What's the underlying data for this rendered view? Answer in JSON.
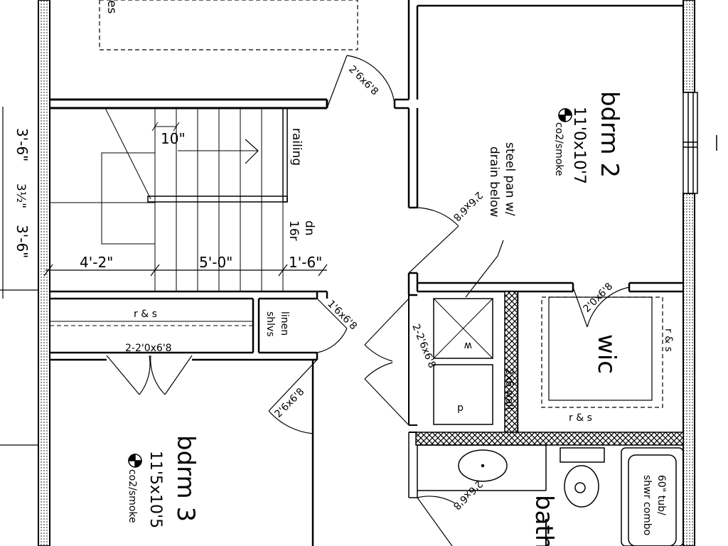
{
  "rooms": {
    "bdrm2": {
      "name": "bdrm 2",
      "size": "11'0x10'7",
      "detector": "co2/smoke"
    },
    "bdrm3": {
      "name": "bdrm 3",
      "size": "11'5x10'5",
      "detector": "co2/smoke"
    },
    "wic": {
      "name": "wic"
    },
    "bath": {
      "name": "bath"
    }
  },
  "labels": {
    "partial_top": "es",
    "railing": "railing",
    "stair_dn": "dn",
    "stair_risers": "16r",
    "tread_dim": "10\"",
    "steel_pan_1": "steel pan w/",
    "steel_pan_2": "drain below",
    "rs_hall": "r & s",
    "rs_wic_right": "r & s",
    "rs_wic_bottom": "r & s",
    "linen_1": "linen",
    "linen_2": "shlvs",
    "wall_2x6": "2x6 wall",
    "washer": "w",
    "dryer": "d",
    "tub_1": "60\" tub/",
    "tub_2": "shwr combo"
  },
  "doors": {
    "d1": "2'6x6'8",
    "d2": "2'6x6'8",
    "d3": "2'0x6'8",
    "d4": "1'6x6'8",
    "d5": "2-2'6x6'8",
    "d6": "2-2'0x6'8",
    "d7": "2'6x6'8",
    "d8": "2'6x6'8"
  },
  "dimensions": {
    "h1": "4'-2\"",
    "h2": "5'-0\"",
    "h3": "1'-6\"",
    "v1": "3'-6\"",
    "v2": "3½\"",
    "v3": "3'-6\""
  }
}
